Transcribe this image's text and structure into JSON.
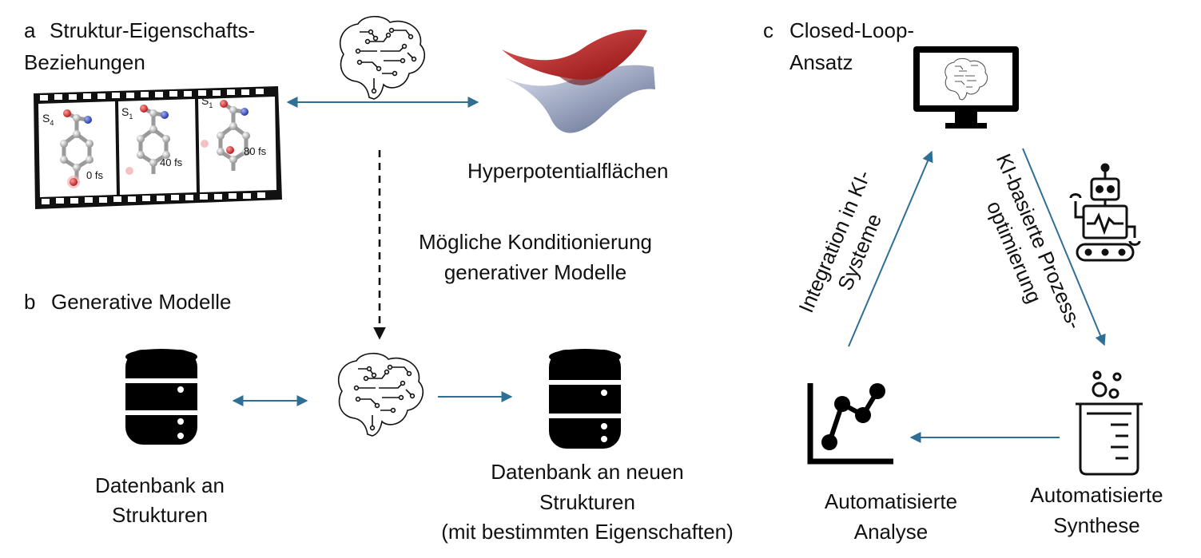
{
  "panel_a": {
    "letter": "a",
    "title_line1": "Struktur-Eigenschafts-",
    "title_line2": "Beziehungen",
    "frames": [
      {
        "state": "S",
        "state_sub": "4",
        "time": "0 fs"
      },
      {
        "state": "S",
        "state_sub": "1",
        "time": "40 fs"
      },
      {
        "state": "S",
        "state_sub": "1",
        "time": "80 fs"
      }
    ],
    "surface_label": "Hyperpotentialflächen"
  },
  "conditioning": {
    "line1": "Mögliche Konditionierung",
    "line2": "generativer Modelle"
  },
  "panel_b": {
    "letter": "b",
    "title": "Generative Modelle",
    "db_left_line1": "Datenbank an",
    "db_left_line2": "Strukturen",
    "db_right_line1": "Datenbank an neuen",
    "db_right_line2": "Strukturen",
    "db_right_line3": "(mit bestimmten Eigenschaften)"
  },
  "panel_c": {
    "letter": "c",
    "title_line1": "Closed-Loop-",
    "title_line2": "Ansatz",
    "left_edge_line1": "Integration in KI-",
    "left_edge_line2": "Systeme",
    "right_edge_line1": "KI-basierte Prozess-",
    "right_edge_line2": "optimierung",
    "analysis_line1": "Automatisierte",
    "analysis_line2": "Analyse",
    "synthesis_line1": "Automatisierte",
    "synthesis_line2": "Synthese"
  },
  "colors": {
    "arrow": "#2f6f96",
    "surface_top": "#c62828",
    "surface_bottom": "#8a97b8",
    "icon": "#000000"
  }
}
